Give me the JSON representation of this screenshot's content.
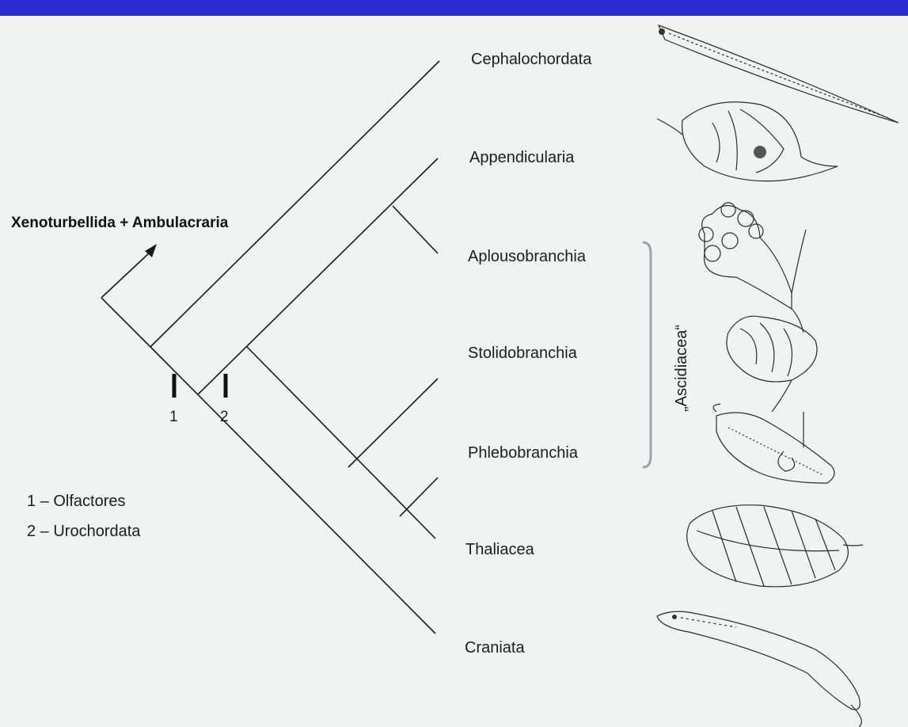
{
  "outgroup_label": "Xenoturbellida + Ambulacraria",
  "taxa": [
    "Cephalochordata",
    "Appendicularia",
    "Aplousobranchia",
    "Stolidobranchia",
    "Phlebobranchia",
    "Thaliacea",
    "Craniata"
  ],
  "group_label": "„Ascidiacea“",
  "markers": [
    "1",
    "2"
  ],
  "legend": [
    "1 – Olfactores",
    "2 – Urochordata"
  ],
  "colors": {
    "frame": "#2a2ad0",
    "background": "#f1f2f2",
    "bracket": "#9aa1b3"
  }
}
